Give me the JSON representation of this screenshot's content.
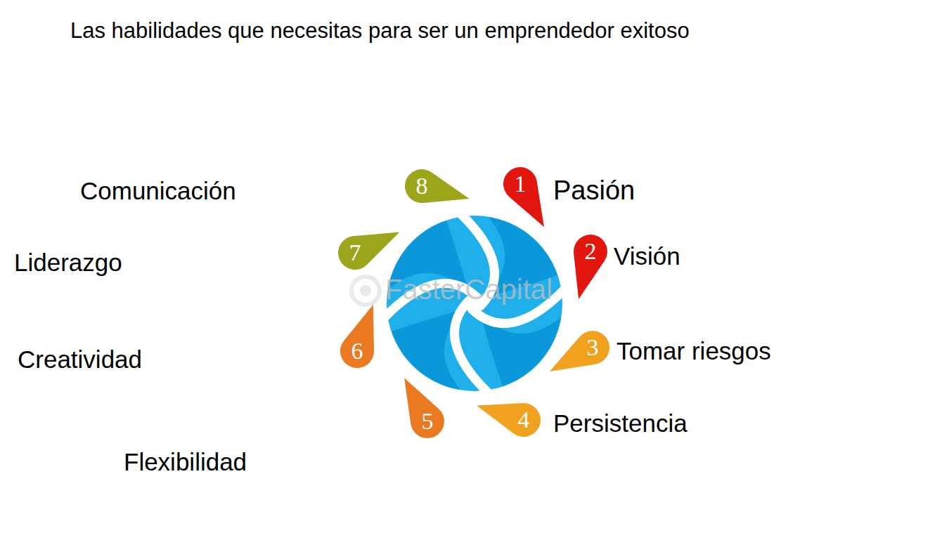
{
  "diagram": {
    "title": "Las habilidades que necesitas para ser un emprendedor exitoso",
    "nodes": [
      {
        "text": [
          "1"
        ]
      },
      {
        "text": [
          "2"
        ]
      },
      {
        "text": [
          "3"
        ]
      },
      {
        "text": [
          "4"
        ]
      },
      {
        "text": [
          "5"
        ]
      },
      {
        "text": [
          "6"
        ]
      },
      {
        "text": [
          "7"
        ]
      },
      {
        "text": [
          "8"
        ]
      }
    ],
    "labels": [
      "Pasión",
      "Visión",
      "Tomar riesgos",
      "Persistencia",
      "Flexibilidad",
      "Creatividad",
      "Liderazgo",
      "Comunicación",
      "FasterCapital"
    ]
  }
}
